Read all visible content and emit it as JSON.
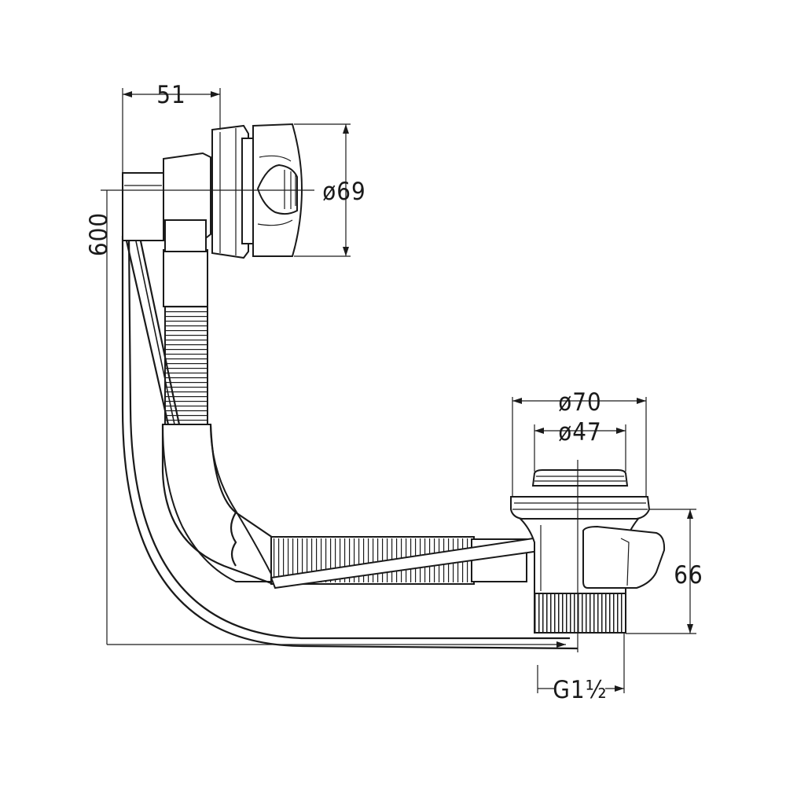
{
  "dimensions": {
    "overflow_width": "51",
    "overflow_diameter": "ø69",
    "cable_length": "600",
    "waste_outer_diameter": "ø70",
    "waste_inner_diameter": "ø47",
    "waste_height": "66",
    "thread": "G1½"
  },
  "colors": {
    "line": "#1a1a1a",
    "fill": "#ffffff"
  }
}
